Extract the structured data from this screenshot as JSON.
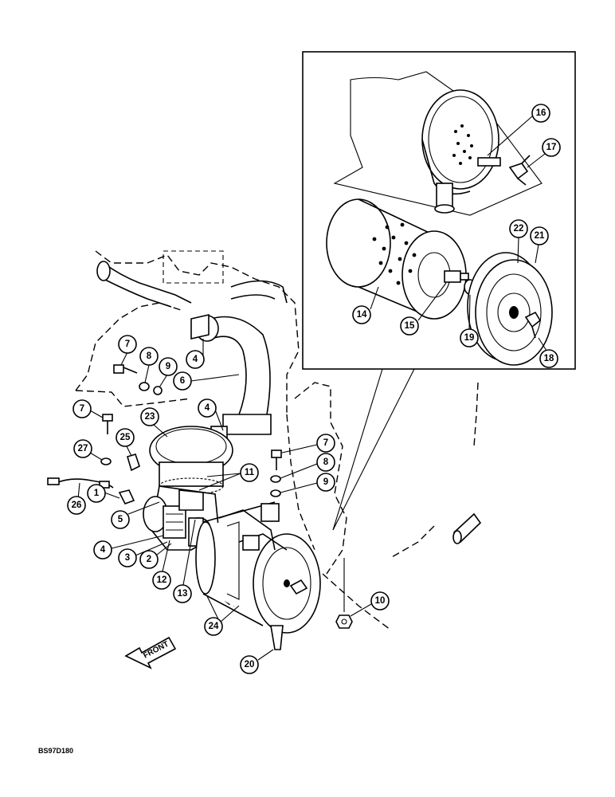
{
  "figure_code": "BS97D180",
  "front_label": "FRONT",
  "callouts": {
    "c1": "1",
    "c2": "2",
    "c3": "3",
    "c4a": "4",
    "c4b": "4",
    "c4c": "4",
    "c5": "5",
    "c6": "6",
    "c7a": "7",
    "c7b": "7",
    "c7c": "7",
    "c8a": "8",
    "c8b": "8",
    "c9a": "9",
    "c9b": "9",
    "c10": "10",
    "c11": "11",
    "c12": "12",
    "c13": "13",
    "c14": "14",
    "c15": "15",
    "c16": "16",
    "c17": "17",
    "c18": "18",
    "c19": "19",
    "c20": "20",
    "c21": "21",
    "c22": "22",
    "c23": "23",
    "c24": "24",
    "c25": "25",
    "c26": "26",
    "c27": "27"
  }
}
